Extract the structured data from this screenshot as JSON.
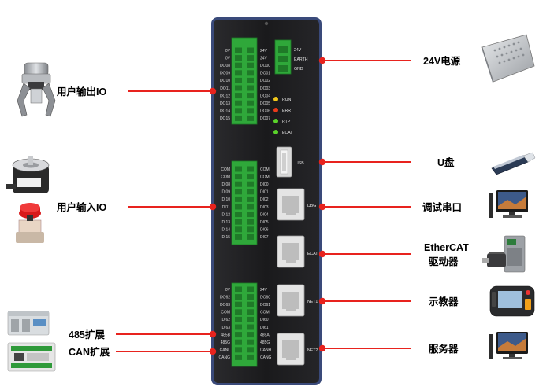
{
  "left_labels": {
    "user_output_io": "用户输出IO",
    "user_input_io": "用户输入IO",
    "ext_485": "485扩展",
    "ext_can": "CAN扩展"
  },
  "right_labels": {
    "power_24v": "24V电源",
    "u_disk": "U盘",
    "debug_serial": "调试串口",
    "ethercat_line1": "EtherCAT",
    "ethercat_line2": "驱动器",
    "teach_pendant": "示教器",
    "server": "服务器"
  },
  "controller": {
    "output_pins_left": [
      "0V",
      "0V",
      "DO08",
      "DO09",
      "DO10",
      "DO11",
      "DO12",
      "DO13",
      "DO14",
      "DO15"
    ],
    "output_pins_right": [
      "24V",
      "24V",
      "DO00",
      "DO01",
      "DO02",
      "DO03",
      "DO04",
      "DO05",
      "DO06",
      "DO07"
    ],
    "power_pins": [
      "24V",
      "EARTH",
      "GND"
    ],
    "status_leds": [
      {
        "label": "RUN",
        "color": "#f2c81a"
      },
      {
        "label": "ERR",
        "color": "#e83a1a"
      },
      {
        "label": "RTP",
        "color": "#5ad22a"
      },
      {
        "label": "ECAT",
        "color": "#5ad22a"
      }
    ],
    "usb_label": "USB",
    "input_pins_left": [
      "COM",
      "COM",
      "DI08",
      "DI09",
      "DI10",
      "DI11",
      "DI12",
      "DI13",
      "DI14",
      "DI15"
    ],
    "input_pins_right": [
      "COM",
      "COM",
      "DI00",
      "DI01",
      "DI02",
      "DI03",
      "DI04",
      "DI05",
      "DI06",
      "DI07"
    ],
    "dbg_label": "DBG",
    "ecat_label": "ECAT",
    "ext_pins_left": [
      "0V",
      "DO62",
      "DO63",
      "COM",
      "DI62",
      "DI63",
      "485B",
      "485G",
      "CANL",
      "CANG"
    ],
    "ext_pins_right": [
      "24V",
      "DO60",
      "DO61",
      "COM",
      "DI60",
      "DI61",
      "485A",
      "485G",
      "CANH",
      "CANG"
    ],
    "net1_label": "NET1",
    "net2_label": "NET2"
  },
  "colors": {
    "connector_line": "#e8231e",
    "controller_body": "#1c1c1e",
    "terminal_green": "#2fa83a",
    "label_text": "#000000"
  },
  "icons": [
    "robot-gripper-icon",
    "encoder-icon",
    "emergency-stop-icon",
    "io-module-icon",
    "can-module-icon",
    "power-supply-icon",
    "usb-drive-icon",
    "computer-icon",
    "servo-drive-icon",
    "teach-pendant-icon",
    "server-computer-icon"
  ]
}
